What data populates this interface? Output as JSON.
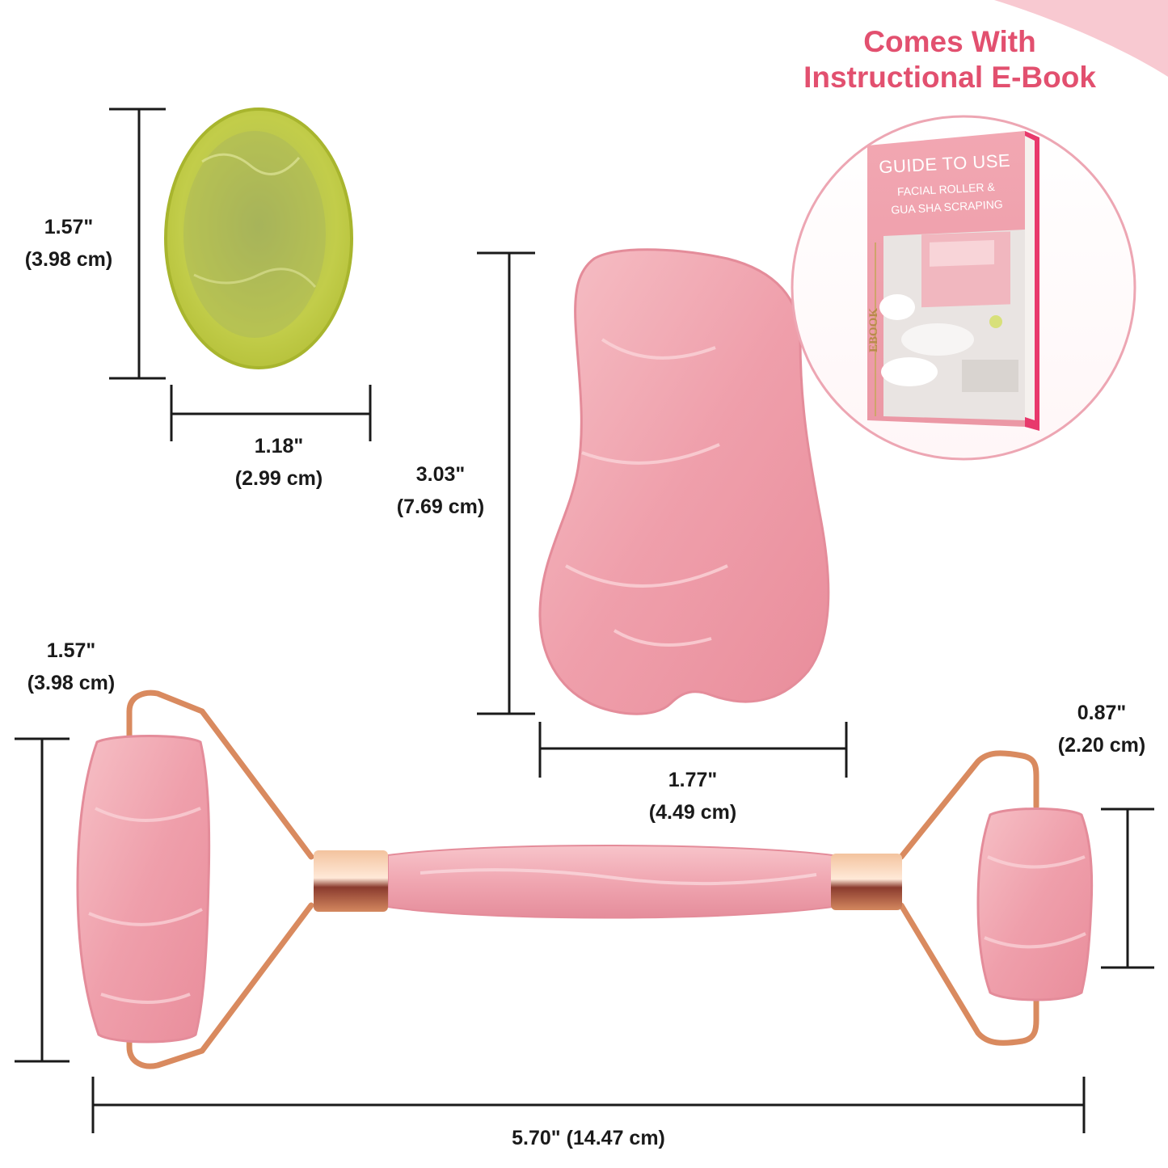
{
  "promo": {
    "line1": "Comes With",
    "line2": "Instructional E-Book"
  },
  "ebook": {
    "title": "GUIDE TO USE",
    "subtitle1": "FACIAL ROLLER &",
    "subtitle2": "GUA SHA SCRAPING",
    "spine": "EBOOK"
  },
  "dimensions": {
    "oval_stone_height": {
      "inch": "1.57\"",
      "cm": "(3.98 cm)"
    },
    "oval_stone_width": {
      "inch": "1.18\"",
      "cm": "(2.99 cm)"
    },
    "gua_sha_height": {
      "inch": "3.03\"",
      "cm": "(7.69 cm)"
    },
    "gua_sha_width": {
      "inch": "1.77\"",
      "cm": "(4.49 cm)"
    },
    "large_roller_height": {
      "inch": "1.57\"",
      "cm": "(3.98 cm)"
    },
    "small_roller_height": {
      "inch": "0.87\"",
      "cm": "(2.20 cm)"
    },
    "roller_length": {
      "label": "5.70\" (14.47 cm)"
    }
  },
  "colors": {
    "rose_quartz": "#f2a9b4",
    "jade": "#b8c63c",
    "rose_gold": "#d98a5f",
    "accent_pink": "#e2506f"
  }
}
